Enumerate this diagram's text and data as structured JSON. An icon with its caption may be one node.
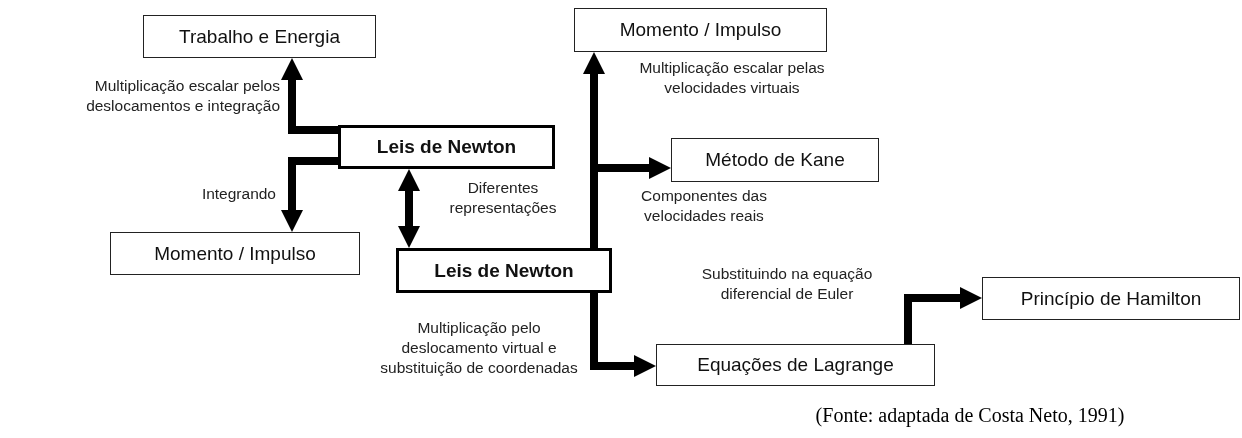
{
  "diagram": {
    "caption": "(Fonte: adaptada de Costa Neto, 1991)",
    "nodes": [
      {
        "text": [
          "Trabalho e Energia"
        ]
      },
      {
        "text": [
          "Leis de Newton"
        ]
      },
      {
        "text": [
          "Momento / Impulso"
        ]
      },
      {
        "text": [
          "Leis de Newton"
        ]
      },
      {
        "text": [
          "Momento / Impulso"
        ]
      },
      {
        "text": [
          "Método de Kane"
        ]
      },
      {
        "text": [
          "Equações de Lagrange"
        ]
      },
      {
        "text": [
          "Princípio de Hamilton"
        ]
      }
    ],
    "edges": [
      {
        "from": 1,
        "to": 0,
        "arrow": "to",
        "label": "Multiplicação escalar pelos deslocamentos e integração"
      },
      {
        "from": 1,
        "to": 2,
        "arrow": "to",
        "label": "Integrando"
      },
      {
        "from": 1,
        "to": 3,
        "arrow": "both",
        "label": "Diferentes representações"
      },
      {
        "from": 3,
        "to": 4,
        "arrow": "to",
        "label": "Multiplicação escalar pelas velocidades virtuais"
      },
      {
        "from": 3,
        "to": 5,
        "arrow": "to",
        "label": "Componentes das velocidades reais"
      },
      {
        "from": 3,
        "to": 6,
        "arrow": "to",
        "label": "Multiplicação pelo deslocamento virtual e substituição de coordenadas"
      },
      {
        "from": 6,
        "to": 7,
        "arrow": "to",
        "label": "Substituindo na equação diferencial de Euler"
      }
    ]
  }
}
